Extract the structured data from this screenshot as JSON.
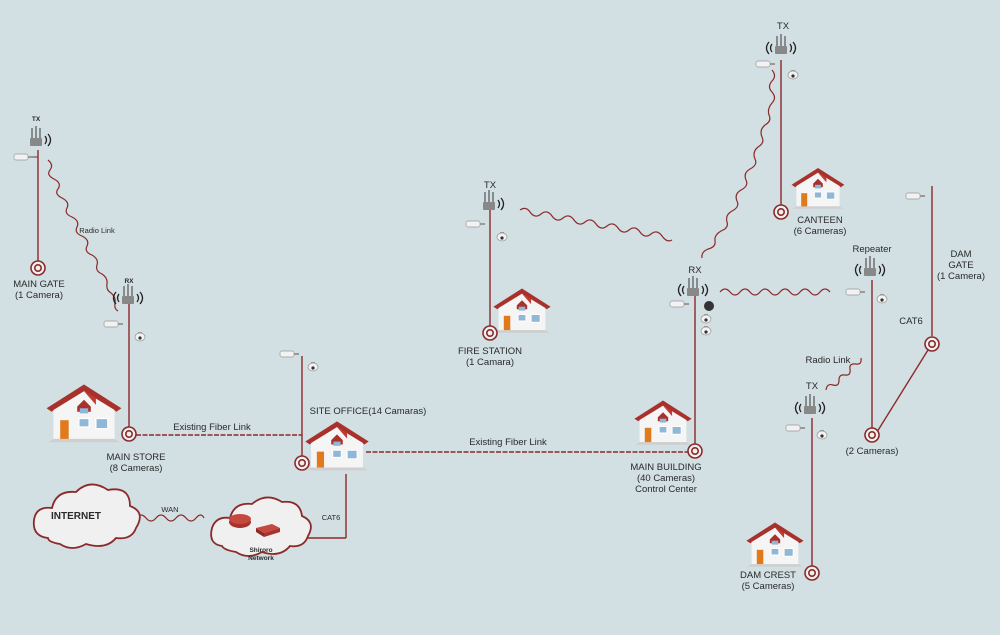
{
  "labels": {
    "tx_main_gate": "TX",
    "main_gate": "MAIN GATE",
    "main_gate_cams": "(1 Camera)",
    "radio_link_left": "Radio Link",
    "rx_main_store": "RX",
    "main_store": "MAIN STORE",
    "main_store_cams": "(8 Cameras)",
    "fiber_link_1": "Existing Fiber Link",
    "site_office": "SITE OFFICE(14 Camaras)",
    "fiber_link_2": "Existing Fiber Link",
    "internet": "INTERNET",
    "wan": "WAN",
    "cat6_office": "CAT6",
    "network_line1": "Shiroro",
    "network_line2": "Network",
    "tx_fire": "TX",
    "fire_station": "FIRE STATION",
    "fire_station_cams": "(1 Camara)",
    "rx_main_building": "RX",
    "main_building": "MAIN BUILDING",
    "main_building_cams": "(40 Cameras)",
    "control_center": "Control Center",
    "tx_canteen": "TX",
    "canteen": "CANTEEN",
    "canteen_cams": "(6 Cameras)",
    "repeater": "Repeater",
    "radio_link_right": "Radio Link",
    "repeater_cams": "(2 Cameras)",
    "cat6_dam": "CAT6",
    "dam_gate_line1": "DAM",
    "dam_gate_line2": "GATE",
    "dam_gate_cams": "(1 Camera)",
    "tx_dam_crest": "TX",
    "dam_crest": "DAM CREST",
    "dam_crest_cams": "(5 Cameras)"
  },
  "colors": {
    "line": "#8b2a2a",
    "roof": "#a8312b",
    "wall": "#f4f4f4",
    "background": "#d2dfe3"
  }
}
